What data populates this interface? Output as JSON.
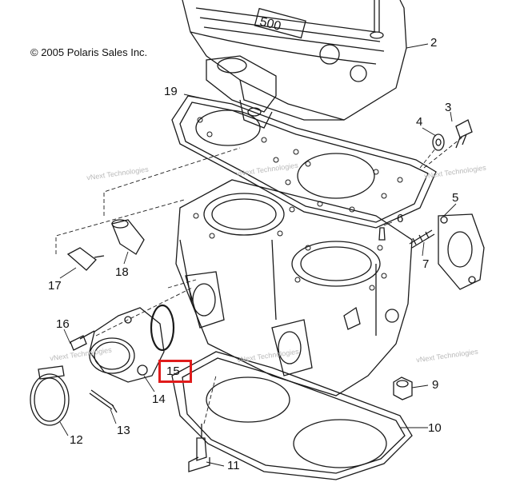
{
  "copyright": "© 2005 Polaris Sales Inc.",
  "watermark": "vNext Technologies",
  "highlight_color": "#e01b1b",
  "highlighted_part": "15",
  "callouts": [
    "2",
    "3",
    "4",
    "5",
    "6",
    "7",
    "9",
    "10",
    "11",
    "12",
    "13",
    "14",
    "15",
    "16",
    "17",
    "18",
    "19"
  ]
}
